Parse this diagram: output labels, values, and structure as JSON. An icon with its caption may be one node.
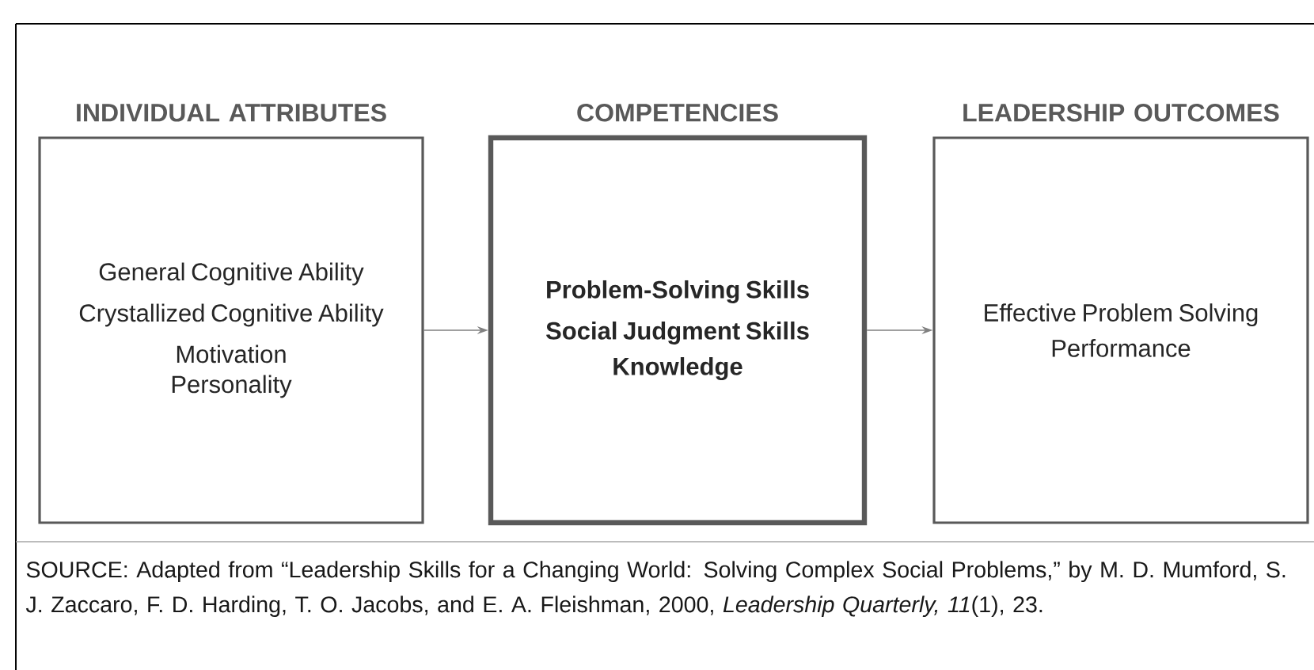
{
  "diagram": {
    "nodes": [
      {
        "text": [
          "INDIVIDUAL ATTRIBUTES",
          "General Cognitive Ability",
          "Crystallized Cognitive Ability",
          "Motivation",
          "Personality"
        ]
      },
      {
        "text": [
          "COMPETENCIES",
          "Problem-Solving Skills",
          "Social Judgment Skills",
          "Knowledge"
        ]
      },
      {
        "text": [
          "LEADERSHIP OUTCOMES",
          "Effective Problem Solving",
          "Performance"
        ]
      }
    ],
    "edges": [
      {
        "from": 0,
        "to": 1,
        "arrow": "to"
      },
      {
        "from": 1,
        "to": 2,
        "arrow": "to"
      }
    ],
    "caption": "SOURCE: Adapted from “Leadership Skills for a Changing World: Solving Complex Social Problems,” by M. D. Mumford, S. J. Zaccaro, F. D. Harding, T. O. Jacobs, and E. A. Fleishman, 2000, *Leadership Quarterly, 11*(1), 23."
  }
}
